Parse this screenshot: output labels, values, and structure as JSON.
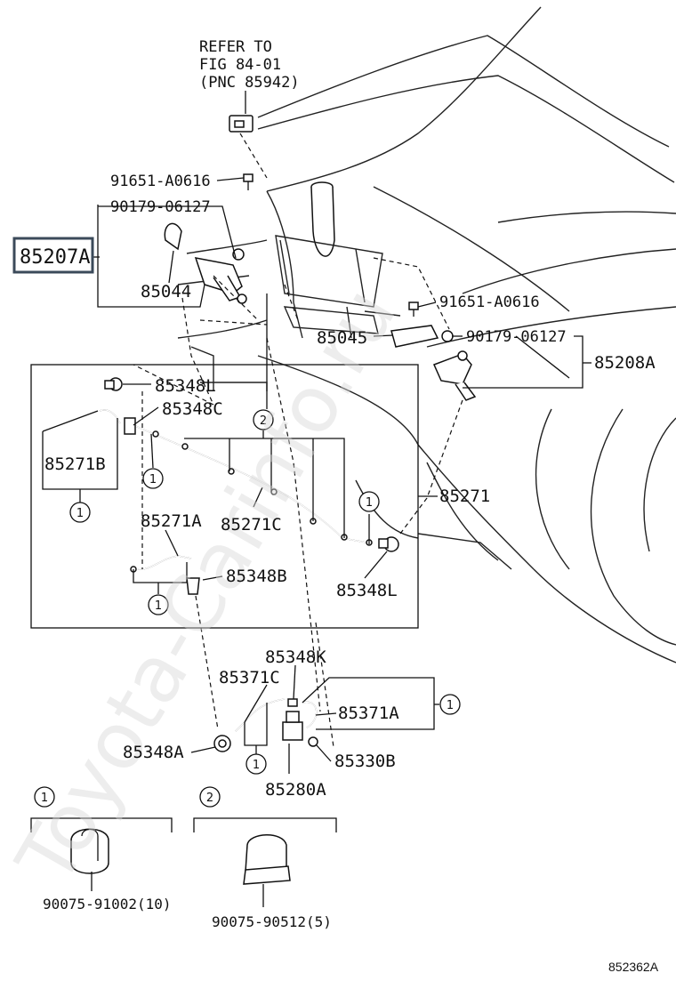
{
  "refer_note": {
    "line1": "REFER TO",
    "line2": "FIG 84-01",
    "line3": "(PNC 85942)"
  },
  "labels": {
    "p91651_a0616_left": "91651-A0616",
    "p90179_06127_left": "90179-06127",
    "p85207a": "85207A",
    "p85044": "85044",
    "p91651_a0616_right": "91651-A0616",
    "p85045": "85045",
    "p90179_06127_right": "90179-06127",
    "p85208a": "85208A",
    "p85348l_top": "85348L",
    "p85348c": "85348C",
    "p85271b": "85271B",
    "p85271c": "85271C",
    "p85271": "85271",
    "p85271a": "85271A",
    "p85348b": "85348B",
    "p85348l_bottom": "85348L",
    "p85348k": "85348K",
    "p85371c": "85371C",
    "p85371a": "85371A",
    "p85348a": "85348A",
    "p85330b": "85330B",
    "p85280a": "85280A"
  },
  "callout_numbers": {
    "one": "1",
    "two": "2"
  },
  "legend": {
    "clip1_part": "90075-91002(10)",
    "clip2_part": "90075-90512(5)"
  },
  "watermark": "Toyota-Carinfo.ru",
  "diagram_code": "852362A",
  "colors": {
    "ink": "#111111",
    "highlight_box": "#3b4a5a",
    "watermark": "#d8d8d8"
  }
}
